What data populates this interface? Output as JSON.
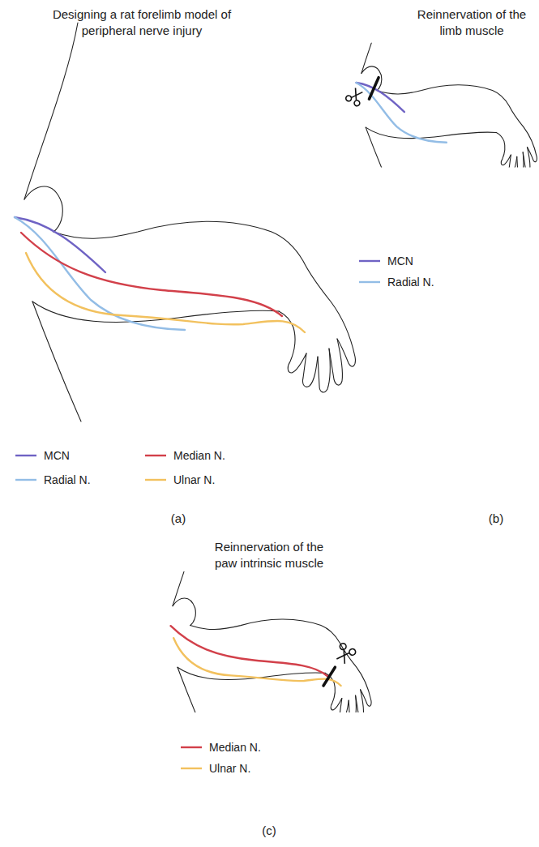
{
  "diagram": {
    "labels": [
      "Designing a rat forelimb model of peripheral nerve injury",
      "Reinnervation of the limb muscle",
      "Reinnervation of the paw intrinsic muscle",
      "(a)",
      "(b)",
      "(c)"
    ],
    "legend": [
      {
        "text": "MCN",
        "color": "#6f63c4"
      },
      {
        "text": "Radial N.",
        "color": "#93bde6"
      },
      {
        "text": "Median N.",
        "color": "#d2404a"
      },
      {
        "text": "Ulnar N.",
        "color": "#f2c15e"
      },
      {
        "text": "MCN",
        "color": "#6f63c4"
      },
      {
        "text": "Radial N.",
        "color": "#93bde6"
      },
      {
        "text": "Median N.",
        "color": "#d2404a"
      },
      {
        "text": "Ulnar N.",
        "color": "#f2c15e"
      }
    ]
  }
}
